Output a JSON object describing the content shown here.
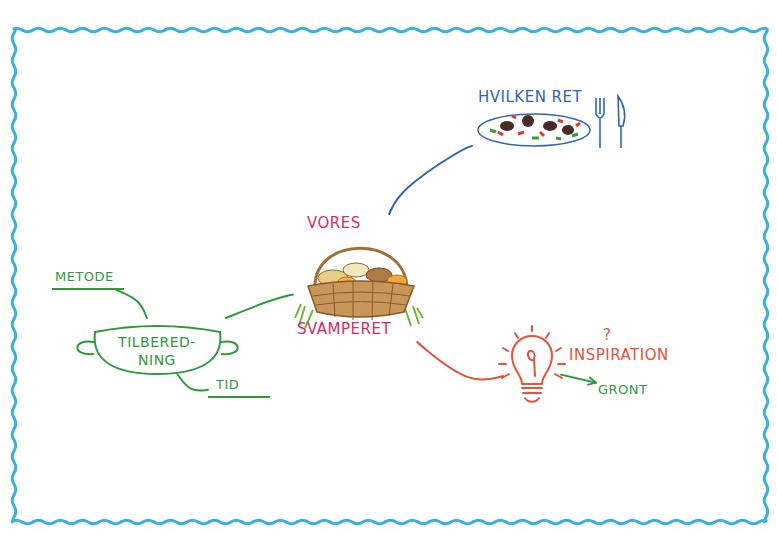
{
  "diagram": {
    "nodes": [
      {
        "text": [
          "VORES",
          "SVAMPERET"
        ]
      },
      {
        "text": [
          "HVILKEN RET"
        ]
      },
      {
        "text": [
          "TILBERED- NING"
        ]
      },
      {
        "text": [
          "METODE"
        ]
      },
      {
        "text": [
          "TID"
        ]
      },
      {
        "text": [
          "INSPIRATION"
        ]
      },
      {
        "text": [
          "GRONT"
        ]
      }
    ],
    "edges": [
      {
        "from": 0,
        "to": 1,
        "arrow": "none"
      },
      {
        "from": 0,
        "to": 2,
        "arrow": "none"
      },
      {
        "from": 0,
        "to": 5,
        "arrow": "none"
      },
      {
        "from": 2,
        "to": 3,
        "arrow": "none"
      },
      {
        "from": 2,
        "to": 4,
        "arrow": "none"
      },
      {
        "from": 5,
        "to": 6,
        "arrow": "to"
      }
    ],
    "labels": [
      "?"
    ]
  }
}
